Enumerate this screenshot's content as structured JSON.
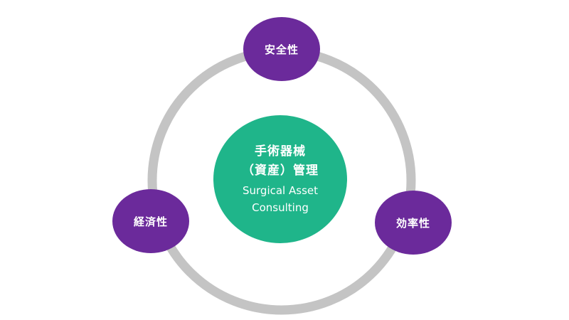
{
  "center": {
    "line1": "手術器械",
    "line2": "（資産）管理",
    "line3": "Surgical Asset",
    "line4": "Consulting"
  },
  "nodes": {
    "top": "安全性",
    "left": "経済性",
    "right": "効率性"
  },
  "colors": {
    "ring": "#c4c4c4",
    "center": "#1fb58a",
    "node": "#6b2a9b"
  }
}
